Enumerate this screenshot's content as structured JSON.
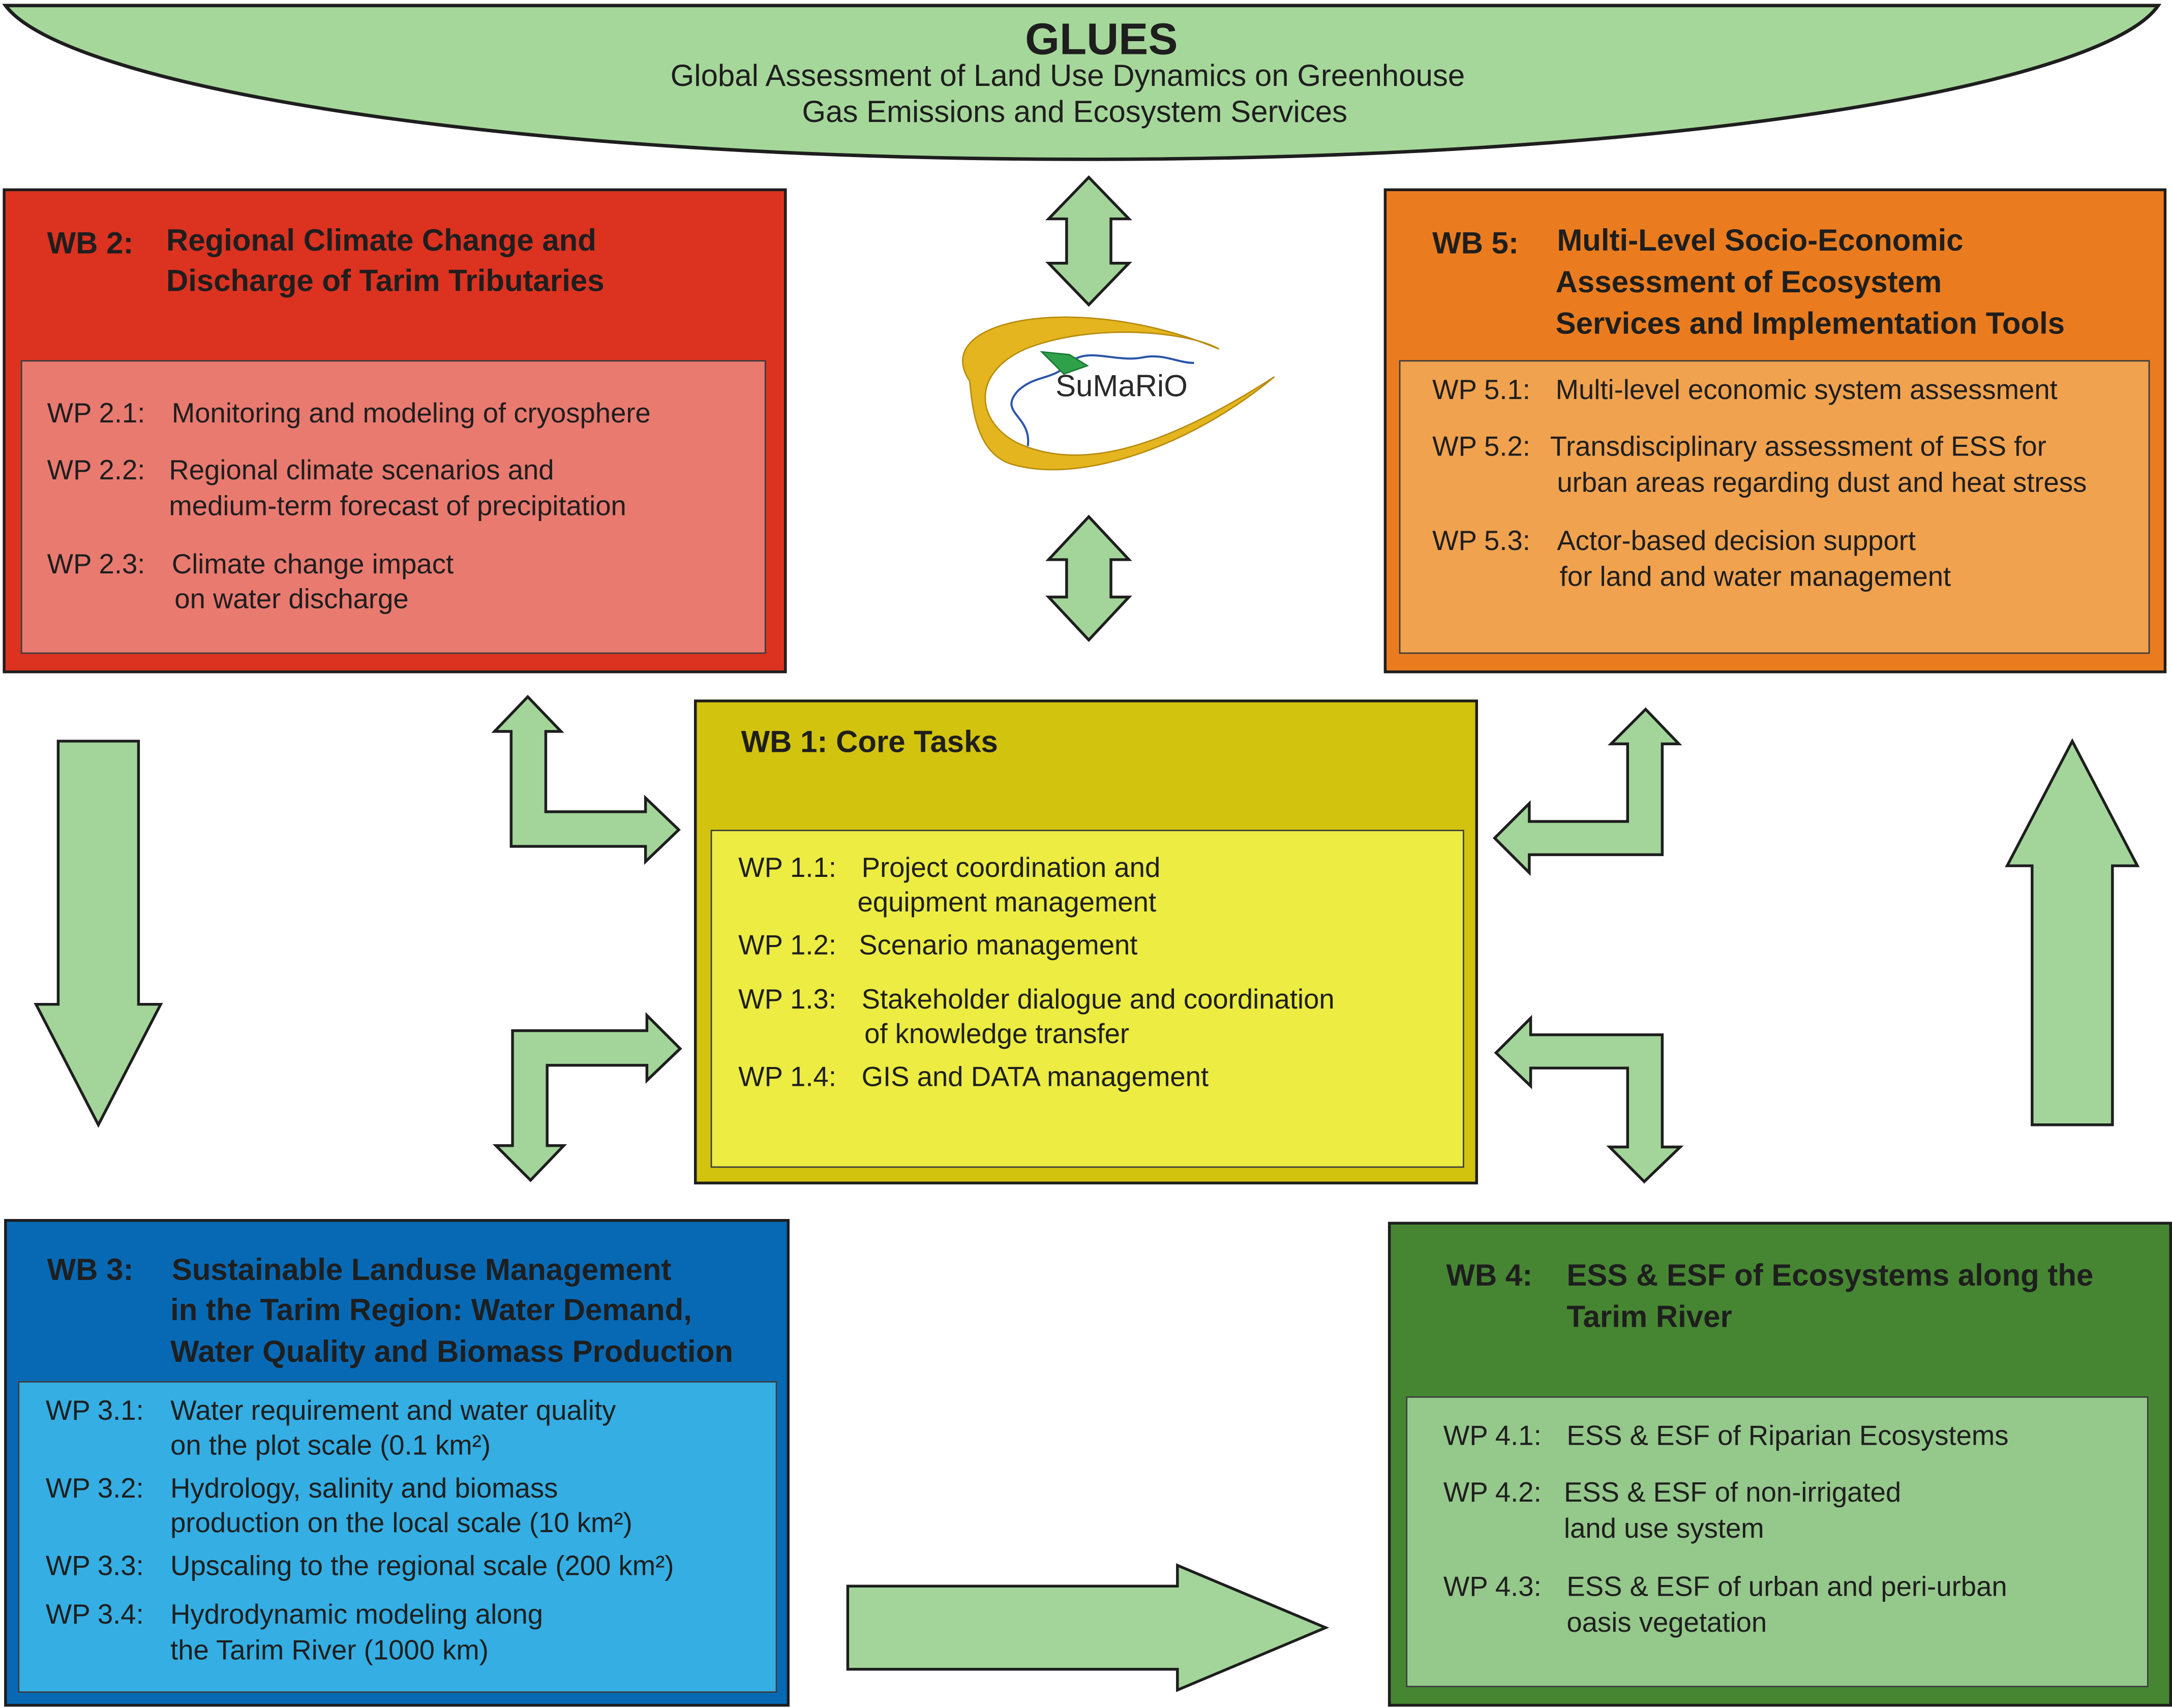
{
  "colors": {
    "arrow_fill": "#a3d59a",
    "ellipse_fill": "#a6d79a",
    "wb2_outer": "#dc3220",
    "wb2_inner": "#e97a70",
    "wb5_outer": "#ea7c1f",
    "wb5_inner": "#f0a24f",
    "wb1_outer": "#d2c30e",
    "wb1_inner": "#ecec42",
    "wb3_outer": "#0769b4",
    "wb3_inner": "#34aee3",
    "wb4_outer": "#468632",
    "wb4_inner": "#95c88b"
  },
  "glues": {
    "title": "GLUES",
    "subtitle_line1": "Global Assessment of Land Use Dynamics on Greenhouse",
    "subtitle_line2": "Gas Emissions and Ecosystem Services"
  },
  "logo": {
    "text": "SuMaRiO"
  },
  "wb2": {
    "id": "WB 2:",
    "title_line1": "Regional Climate Change and",
    "title_line2": "Discharge of Tarim Tributaries",
    "items": [
      {
        "id": "WP 2.1:",
        "line1": "Monitoring and modeling of cryosphere"
      },
      {
        "id": "WP 2.2:",
        "line1": "Regional climate scenarios and",
        "line2": "medium-term forecast of precipitation"
      },
      {
        "id": "WP 2.3:",
        "line1": "Climate change impact",
        "line2": "on water discharge"
      }
    ]
  },
  "wb5": {
    "id": "WB 5:",
    "title_line1": "Multi-Level Socio-Economic",
    "title_line2": "Assessment of Ecosystem",
    "title_line3": "Services and Implementation Tools",
    "items": [
      {
        "id": "WP 5.1:",
        "line1": "Multi-level economic system assessment"
      },
      {
        "id": "WP 5.2:",
        "line1": "Transdisciplinary assessment of ESS for",
        "line2": "urban areas regarding dust and heat stress"
      },
      {
        "id": "WP 5.3:",
        "line1": "Actor-based decision support",
        "line2": "for land and water management"
      }
    ]
  },
  "wb1": {
    "title": "WB 1: Core Tasks",
    "items": [
      {
        "id": "WP 1.1:",
        "line1": "Project coordination and",
        "line2": "equipment management"
      },
      {
        "id": "WP 1.2:",
        "line1": "Scenario management"
      },
      {
        "id": "WP 1.3:",
        "line1": "Stakeholder dialogue and coordination",
        "line2": "of knowledge transfer"
      },
      {
        "id": "WP 1.4:",
        "line1": "GIS and DATA management"
      }
    ]
  },
  "wb3": {
    "id": "WB 3:",
    "title_line1": "Sustainable Landuse Management",
    "title_line2": "in the Tarim Region: Water Demand,",
    "title_line3": "Water Quality and Biomass Production",
    "items": [
      {
        "id": "WP 3.1:",
        "line1": "Water requirement and water quality",
        "line2": "on the plot scale (0.1 km²)"
      },
      {
        "id": "WP 3.2:",
        "line1": "Hydrology, salinity and biomass",
        "line2": "production on the local scale (10 km²)"
      },
      {
        "id": "WP 3.3:",
        "line1": "Upscaling to the regional scale (200 km²)"
      },
      {
        "id": "WP 3.4:",
        "line1": "Hydrodynamic modeling along",
        "line2": "the Tarim River (1000 km)"
      }
    ]
  },
  "wb4": {
    "id": "WB 4:",
    "title_line1": "ESS & ESF of Ecosystems along the",
    "title_line2": "Tarim River",
    "items": [
      {
        "id": "WP 4.1:",
        "line1": "ESS & ESF of Riparian Ecosystems"
      },
      {
        "id": "WP 4.2:",
        "line1": "ESS & ESF of non-irrigated",
        "line2": "land use system"
      },
      {
        "id": "WP 4.3:",
        "line1": "ESS & ESF of urban and peri-urban",
        "line2": "oasis vegetation"
      }
    ]
  }
}
